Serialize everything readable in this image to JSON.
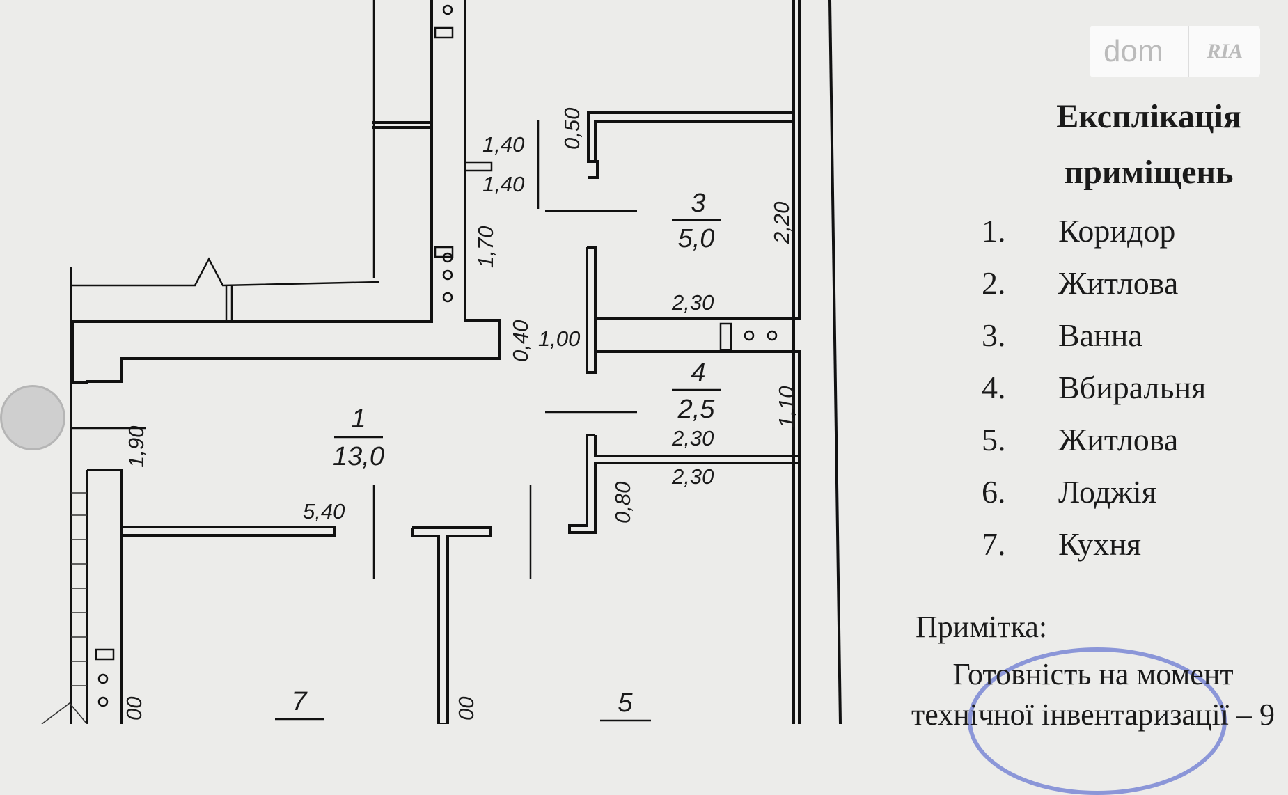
{
  "watermark": {
    "dom": "dom",
    "ria": "RIA"
  },
  "legend": {
    "title_line1": "Експлікація",
    "title_line2": "приміщень",
    "items": [
      {
        "num": "1.",
        "name": "Коридор"
      },
      {
        "num": "2.",
        "name": "Житлова"
      },
      {
        "num": "3.",
        "name": "Ванна"
      },
      {
        "num": "4.",
        "name": "Вбиральня"
      },
      {
        "num": "5.",
        "name": "Житлова"
      },
      {
        "num": "6.",
        "name": "Лоджія"
      },
      {
        "num": "7.",
        "name": "Кухня"
      }
    ]
  },
  "note": {
    "label": "Примітка:",
    "line1": "Готовність на момент",
    "line2": "технічної інвентаризації – 9"
  },
  "plan": {
    "rooms": [
      {
        "num": "1",
        "area": "13,0"
      },
      {
        "num": "3",
        "area": "5,0"
      },
      {
        "num": "4",
        "area": "2,5"
      },
      {
        "num": "5",
        "area": ""
      },
      {
        "num": "7",
        "area": ""
      }
    ],
    "dimensions": {
      "d_050": "0,50",
      "d_140a": "1,40",
      "d_140b": "1,40",
      "d_170": "1,70",
      "d_220": "2,20",
      "d_230a": "2,30",
      "d_040": "0,40",
      "d_100": "1,00",
      "d_110": "1,10",
      "d_230b": "2,30",
      "d_230c": "2,30",
      "d_190": "1,90",
      "d_080": "0,80",
      "d_540": "5,40",
      "d_000a": "00",
      "d_000b": "00"
    }
  }
}
